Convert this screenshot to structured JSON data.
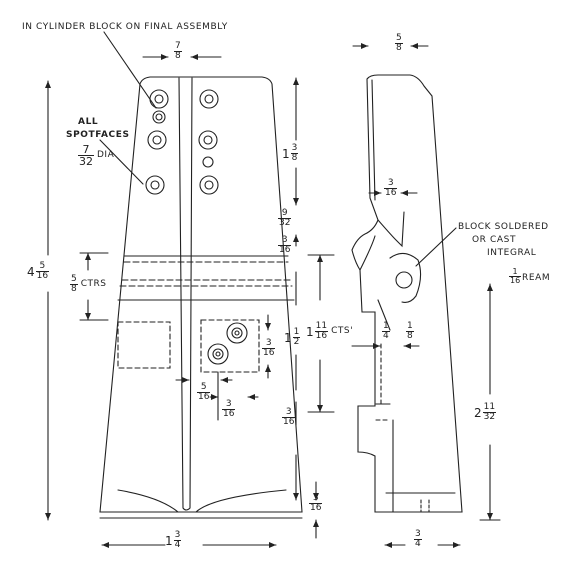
{
  "notes": {
    "cylinder_block": "IN CYLINDER BLOCK ON FINAL ASSEMBLY",
    "all": "ALL",
    "spotfaces": "SPOTFACES",
    "dia": "DIA",
    "block_soldered": "BLOCK SOLDERED",
    "or_cast": "OR CAST",
    "integral": "INTEGRAL",
    "ream": "REAM",
    "ctrs": "CTRS",
    "cts": "CTS'"
  },
  "dims": {
    "top_width": {
      "num": "7",
      "den": "8"
    },
    "side_top": {
      "num": "5",
      "den": "8"
    },
    "height_total": {
      "whole": "4",
      "num": "5",
      "den": "16"
    },
    "spotface_dia": {
      "num": "7",
      "den": "32"
    },
    "ctrs": {
      "num": "5",
      "den": "8"
    },
    "upper_span": {
      "whole": "1",
      "num": "3",
      "den": "8"
    },
    "gap_a": {
      "num": "9",
      "den": "32"
    },
    "gap_b": {
      "num": "3",
      "den": "16"
    },
    "mid_span": {
      "whole": "1",
      "num": "1",
      "den": "2"
    },
    "mid_cts": {
      "whole": "1",
      "num": "11",
      "den": "16"
    },
    "gap_c": {
      "num": "3",
      "den": "16"
    },
    "bottom_gap": {
      "num": "3",
      "den": "16"
    },
    "pad_h": {
      "num": "3",
      "den": "16"
    },
    "pad_w1": {
      "num": "5",
      "den": "16"
    },
    "pad_w2": {
      "num": "3",
      "den": "16"
    },
    "bottom_width": {
      "whole": "1",
      "num": "3",
      "den": "4"
    },
    "side_step": {
      "num": "3",
      "den": "16"
    },
    "side_quarter": {
      "num": "1",
      "den": "4"
    },
    "side_eighth": {
      "num": "1",
      "den": "8"
    },
    "side_lower": {
      "whole": "2",
      "num": "11",
      "den": "32"
    },
    "side_bottom": {
      "num": "3",
      "den": "4"
    },
    "ream_size": {
      "num": "1",
      "den": "16"
    }
  }
}
